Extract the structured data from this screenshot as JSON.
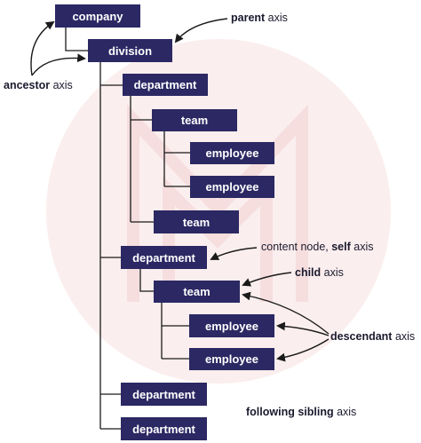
{
  "nodes": {
    "company": "company",
    "division": "division",
    "department_1": "department",
    "team_1": "team",
    "employee_1": "employee",
    "employee_2": "employee",
    "team_2": "team",
    "department_2": "department",
    "team_3": "team",
    "employee_3": "employee",
    "employee_4": "employee",
    "department_3": "department",
    "department_4": "department"
  },
  "labels": {
    "parent": {
      "bold": "parent",
      "rest": " axis"
    },
    "ancestor": {
      "bold": "ancestor",
      "rest": " axis"
    },
    "self": {
      "pre": "content node, ",
      "bold": "self",
      "rest": " axis"
    },
    "child": {
      "bold": "child",
      "rest": " axis"
    },
    "descendant": {
      "bold": "descendant",
      "rest": " axis"
    },
    "following_sibling": {
      "bold": "following sibling",
      "rest": " axis"
    }
  },
  "colors": {
    "node_fill": "#2b2863",
    "node_text": "#ffffff",
    "connector": "#1a1a1a",
    "background_circle": "#fbeeee",
    "watermark": "#f6dede"
  }
}
